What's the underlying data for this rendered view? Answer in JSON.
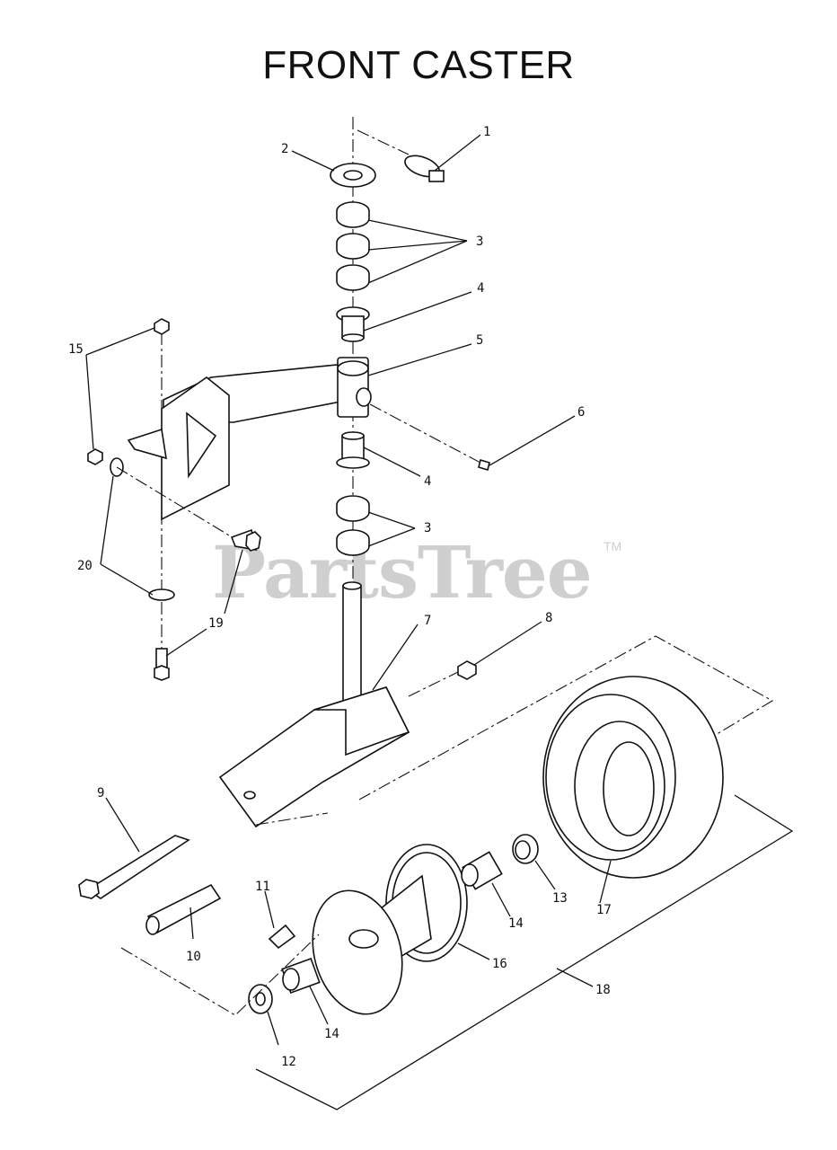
{
  "title": "FRONT CASTER",
  "watermark": {
    "text": "PartsTree",
    "mark": "TM"
  },
  "callouts": [
    "1",
    "2",
    "3",
    "3",
    "4",
    "4",
    "5",
    "6",
    "7",
    "8",
    "9",
    "10",
    "11",
    "12",
    "13",
    "14",
    "14",
    "15",
    "16",
    "17",
    "18",
    "19",
    "20"
  ]
}
